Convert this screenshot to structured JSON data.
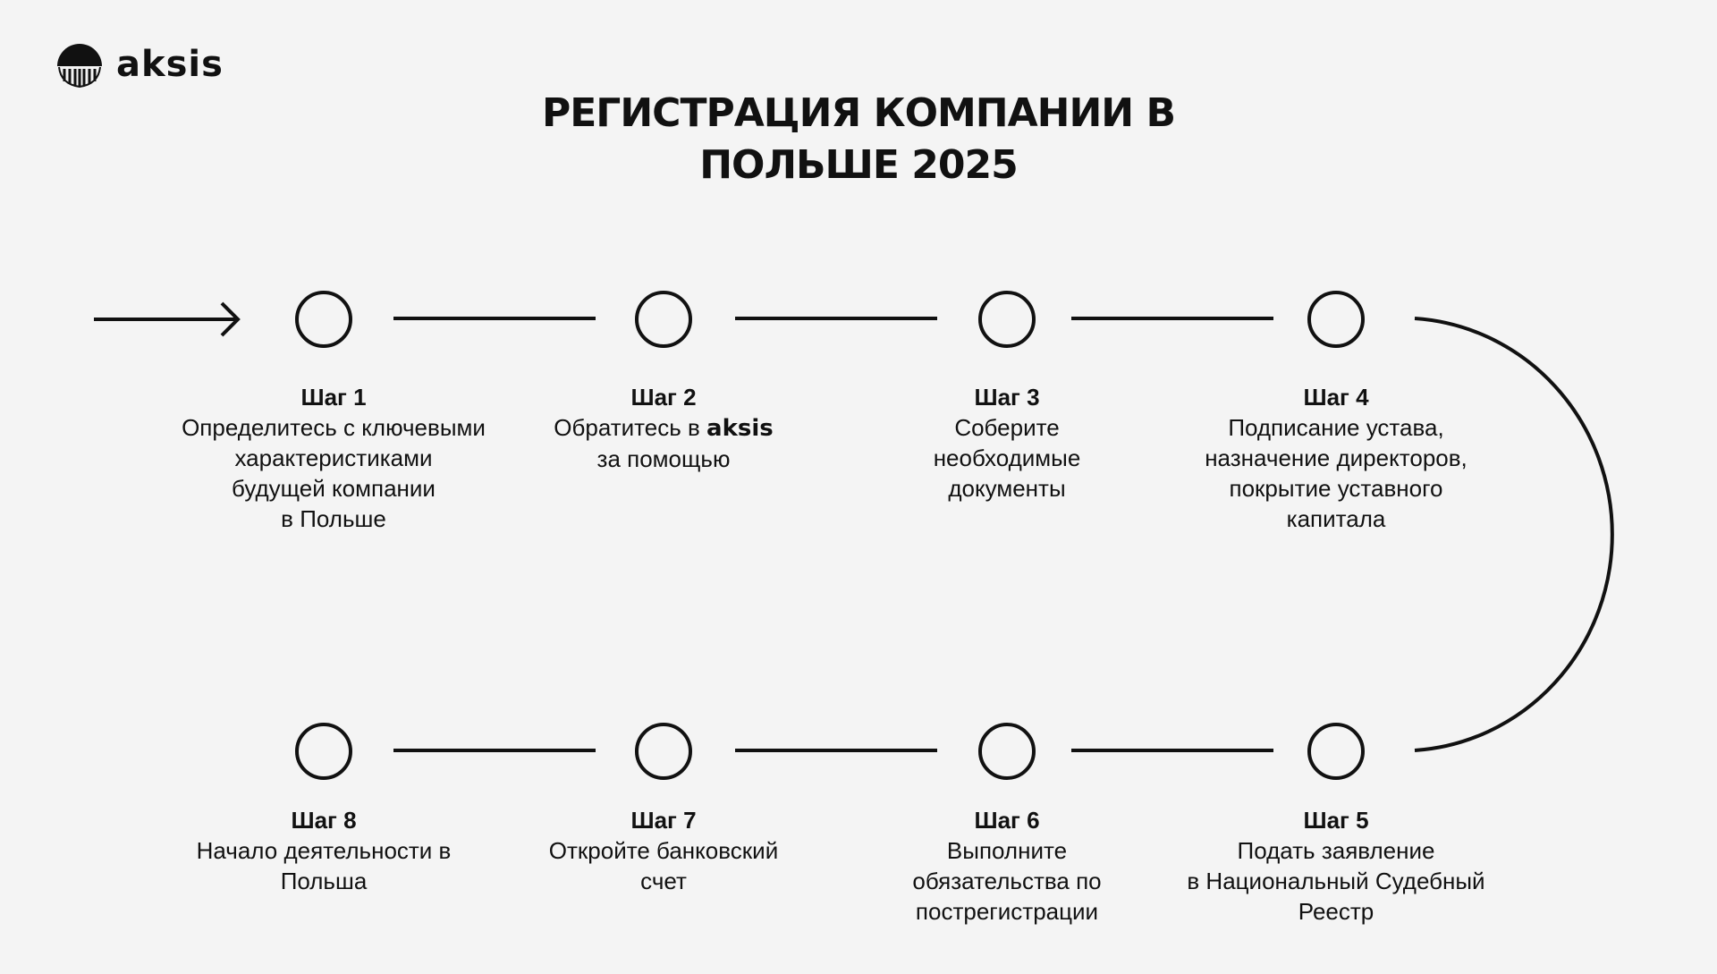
{
  "brand": {
    "name": "aksis",
    "icon": "aksis-logo-icon"
  },
  "title": {
    "line1": "РЕГИСТРАЦИЯ КОМПАНИИ В",
    "line2": "ПОЛЬШЕ 2025"
  },
  "steps": [
    {
      "title": "Шаг 1",
      "body": "Определитесь с ключевыми\nхарактеристиками\nбудущей компании\nв Польше"
    },
    {
      "title": "Шаг 2",
      "body_prefix": "Обратитесь в ",
      "body_brand": "aksis",
      "body_suffix": "\nза помощью"
    },
    {
      "title": "Шаг 3",
      "body": "Соберите\nнеобходимые\nдокументы"
    },
    {
      "title": "Шаг 4",
      "body": "Подписание устава,\nназначение директоров,\nпокрытие уставного\nкапитала"
    },
    {
      "title": "Шаг 5",
      "body": "Подать заявление\nв Национальный Судебный\nРеестр"
    },
    {
      "title": "Шаг 6",
      "body": "Выполните\nобязательства по\nпострегистрации"
    },
    {
      "title": "Шаг 7",
      "body": "Откройте банковский\nсчет"
    },
    {
      "title": "Шаг 8",
      "body": "Начало деятельности в\nПольша"
    }
  ],
  "colors": {
    "background": "#f4f4f4",
    "ink": "#111111"
  }
}
